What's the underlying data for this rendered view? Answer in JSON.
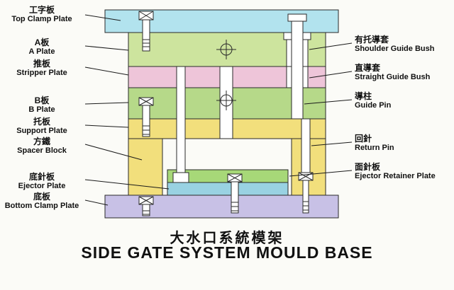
{
  "title": {
    "chinese": "大水口系統模架",
    "english": "SIDE GATE SYSTEM MOULD BASE"
  },
  "left_labels": [
    {
      "zh": "工字板",
      "en": "Top Clamp Plate"
    },
    {
      "zh": "A板",
      "en": "A Plate"
    },
    {
      "zh": "推板",
      "en": "Stripper Plate"
    },
    {
      "zh": "B板",
      "en": "B Plate"
    },
    {
      "zh": "托板",
      "en": "Support Plate"
    },
    {
      "zh": "方鐵",
      "en": "Spacer Block"
    },
    {
      "zh": "底針板",
      "en": "Ejector Plate"
    },
    {
      "zh": "底板",
      "en": "Bottom Clamp Plate"
    }
  ],
  "right_labels": [
    {
      "zh": "有托導套",
      "en": "Shoulder Guide Bush"
    },
    {
      "zh": "直導套",
      "en": "Straight Guide Bush"
    },
    {
      "zh": "導柱",
      "en": "Guide Pin"
    },
    {
      "zh": "回針",
      "en": "Return Pin"
    },
    {
      "zh": "面針板",
      "en": "Ejector Retainer Plate"
    }
  ],
  "colors": {
    "top_clamp_plate": "#b2e3ee",
    "a_plate": "#cde49e",
    "stripper_plate": "#eec5d9",
    "b_plate": "#b6d989",
    "support_plate": "#f2df7c",
    "spacer_block": "#f2df7c",
    "ejector_retainer_plate": "#a7d878",
    "ejector_plate": "#99d2e2",
    "bottom_clamp_plate": "#c8c1e6",
    "outline": "#2a2a2a"
  }
}
